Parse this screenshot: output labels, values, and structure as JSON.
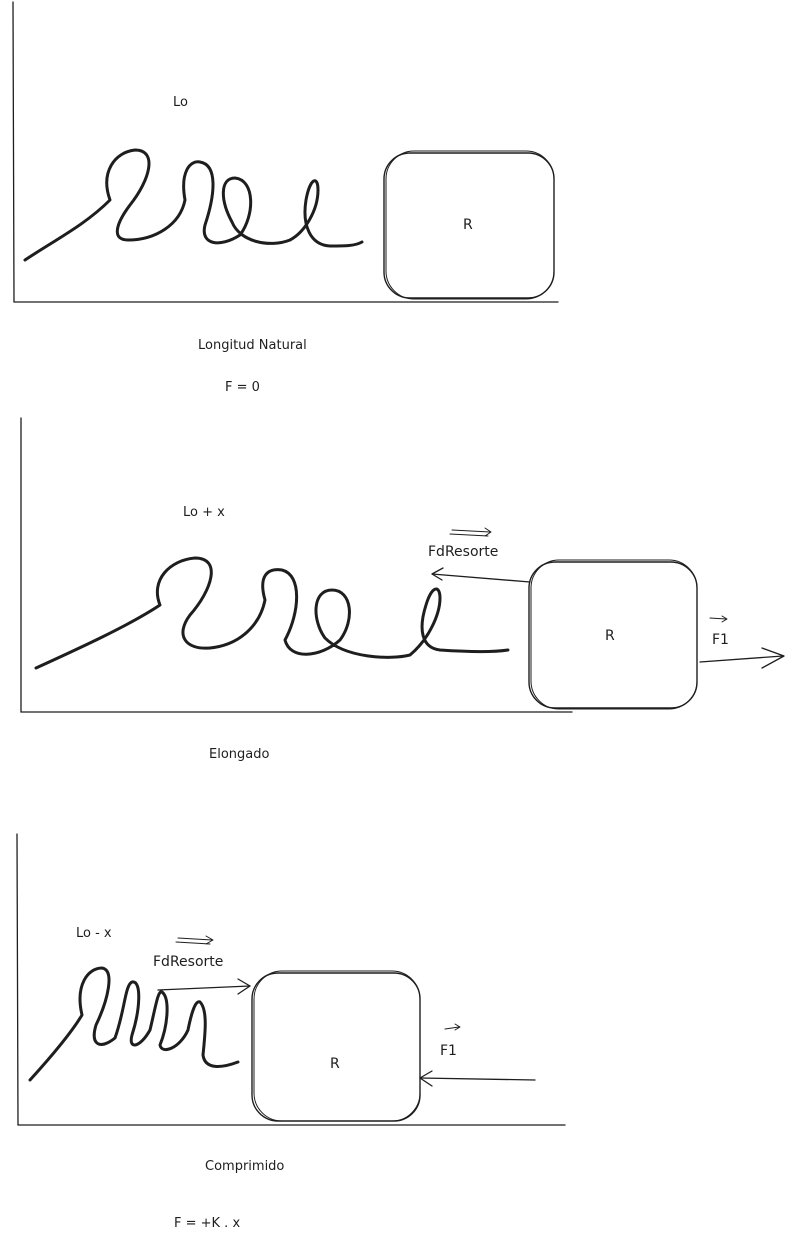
{
  "panels": [
    {
      "id": "natural",
      "length_label": "Lo",
      "block_label": "R",
      "caption": "Longitud Natural",
      "equation": "F = 0"
    },
    {
      "id": "elongado",
      "length_label": "Lo + x",
      "block_label": "R",
      "spring_force_label": "FdResorte",
      "applied_force_label": "F1",
      "caption": "Elongado"
    },
    {
      "id": "comprimido",
      "length_label": "Lo - x",
      "block_label": "R",
      "spring_force_label": "FdResorte",
      "applied_force_label": "F1",
      "caption": "Comprimido",
      "equation": "F = +K . x"
    }
  ]
}
